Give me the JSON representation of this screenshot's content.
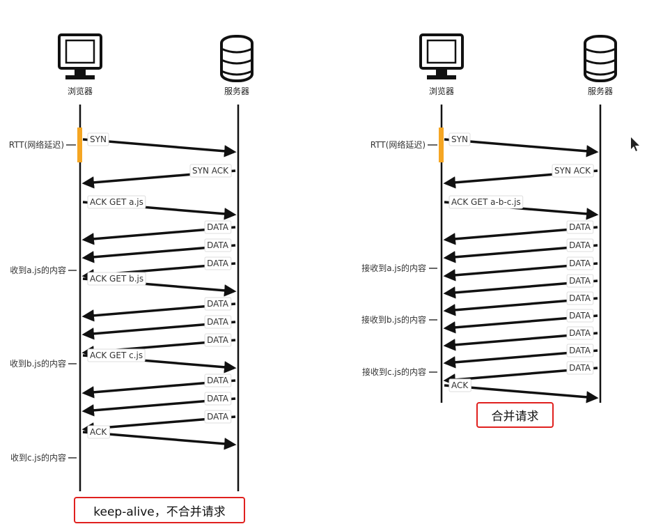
{
  "diagrams": [
    {
      "id": "left",
      "browser_label": "浏览器",
      "server_label": "服务器",
      "rtt_label": "RTT(网络延迟)",
      "caption": "keep-alive，不合并请求",
      "messages": [
        {
          "label": "SYN",
          "dir": "c2s"
        },
        {
          "label": "SYN ACK",
          "dir": "s2c"
        },
        {
          "label": "ACK GET a.js",
          "dir": "c2s"
        },
        {
          "label": "DATA",
          "dir": "s2c"
        },
        {
          "label": "DATA",
          "dir": "s2c"
        },
        {
          "label": "DATA",
          "dir": "s2c"
        },
        {
          "label": "ACK GET b.js",
          "dir": "c2s"
        },
        {
          "label": "DATA",
          "dir": "s2c"
        },
        {
          "label": "DATA",
          "dir": "s2c"
        },
        {
          "label": "DATA",
          "dir": "s2c"
        },
        {
          "label": "ACK GET c.js",
          "dir": "c2s"
        },
        {
          "label": "DATA",
          "dir": "s2c"
        },
        {
          "label": "DATA",
          "dir": "s2c"
        },
        {
          "label": "DATA",
          "dir": "s2c"
        },
        {
          "label": "ACK",
          "dir": "c2s"
        }
      ],
      "notes": [
        "收到a.js的内容",
        "收到b.js的内容",
        "收到c.js的内容"
      ]
    },
    {
      "id": "right",
      "browser_label": "浏览器",
      "server_label": "服务器",
      "rtt_label": "RTT(网络延迟)",
      "caption": "合并请求",
      "messages": [
        {
          "label": "SYN",
          "dir": "c2s"
        },
        {
          "label": "SYN ACK",
          "dir": "s2c"
        },
        {
          "label": "ACK GET a-b-c.js",
          "dir": "c2s"
        },
        {
          "label": "DATA",
          "dir": "s2c"
        },
        {
          "label": "DATA",
          "dir": "s2c"
        },
        {
          "label": "DATA",
          "dir": "s2c"
        },
        {
          "label": "DATA",
          "dir": "s2c"
        },
        {
          "label": "DATA",
          "dir": "s2c"
        },
        {
          "label": "DATA",
          "dir": "s2c"
        },
        {
          "label": "DATA",
          "dir": "s2c"
        },
        {
          "label": "DATA",
          "dir": "s2c"
        },
        {
          "label": "DATA",
          "dir": "s2c"
        },
        {
          "label": "ACK",
          "dir": "c2s"
        }
      ],
      "notes": [
        "接收到a.js的内容",
        "接收到b.js的内容",
        "接收到c.js的内容"
      ]
    }
  ],
  "colors": {
    "line": "#111111",
    "rtt_bar": "#f5a623",
    "caption_border": "#e0201e"
  }
}
